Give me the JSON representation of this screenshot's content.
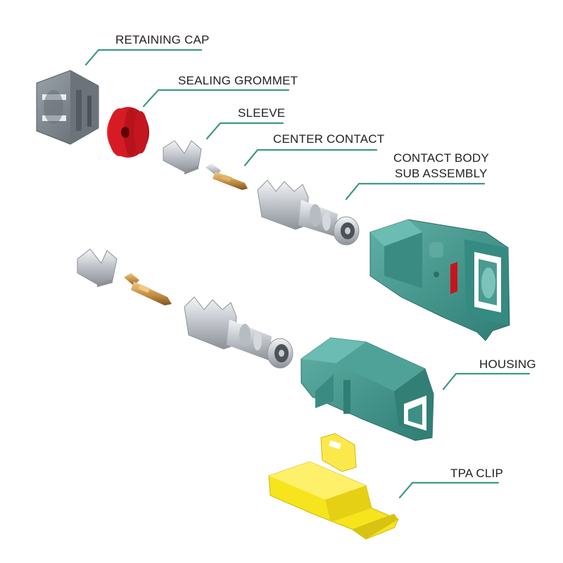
{
  "colors": {
    "leader": "#3f9a86",
    "housing": "#3f8f86",
    "grommet": "#c8141e",
    "cap": "#808890",
    "clip": "#f6e51c",
    "metal": "#c9ccd1",
    "brass": "#c08a40"
  },
  "labels": {
    "retaining_cap": "RETAINING CAP",
    "sealing_grommet": "SEALING GROMMET",
    "sleeve": "SLEEVE",
    "center_contact": "CENTER CONTACT",
    "contact_body_line1": "CONTACT BODY",
    "contact_body_line2": "SUB ASSEMBLY",
    "housing": "HOUSING",
    "tpa_clip": "TPA CLIP"
  }
}
